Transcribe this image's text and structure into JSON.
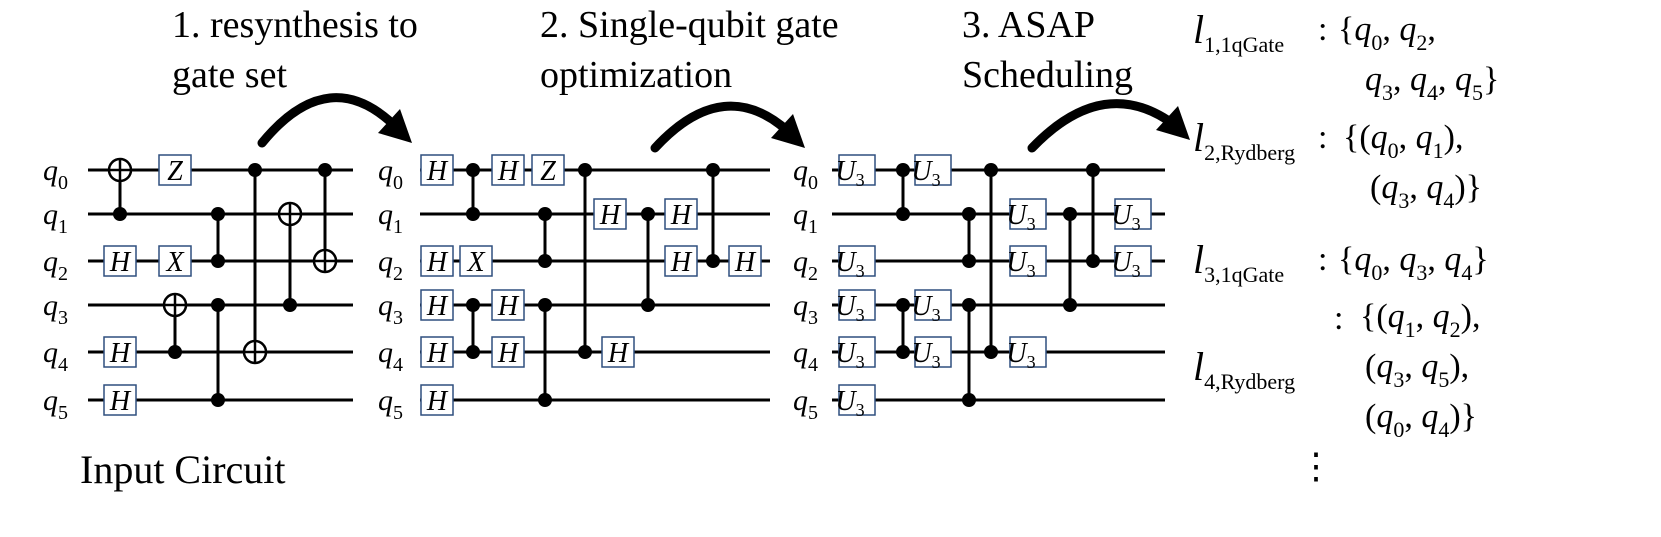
{
  "titles": {
    "step1_line1": "1. resynthesis to",
    "step1_line2": "gate set",
    "step2_line1": "2. Single-qubit gate",
    "step2_line2": "optimization",
    "step3_line1": "3. ASAP",
    "step3_line2": "Scheduling",
    "input": "Input Circuit"
  },
  "qubits": [
    "q0",
    "q1",
    "q2",
    "q3",
    "q4",
    "q5"
  ],
  "qubit_letter": "q",
  "qubit_indices": [
    "0",
    "1",
    "2",
    "3",
    "4",
    "5"
  ],
  "circuits": {
    "input": {
      "gates": [
        {
          "type": "cnot",
          "target": 0,
          "control": 1
        },
        {
          "type": "box",
          "label": "H",
          "qubit": 2
        },
        {
          "type": "box",
          "label": "H",
          "qubit": 4
        },
        {
          "type": "box",
          "label": "H",
          "qubit": 5
        },
        {
          "type": "box",
          "label": "Z",
          "qubit": 0
        },
        {
          "type": "box",
          "label": "X",
          "qubit": 2
        },
        {
          "type": "cnot",
          "target": 3,
          "control": 4
        },
        {
          "type": "cz",
          "qubits": [
            1,
            2
          ]
        },
        {
          "type": "cz",
          "qubits": [
            3,
            5
          ]
        },
        {
          "type": "cnot",
          "target": 4,
          "control": 0
        },
        {
          "type": "cnot",
          "target": 1,
          "control": 3
        },
        {
          "type": "cnot",
          "target": 2,
          "control": 0
        }
      ]
    },
    "resynth": {
      "gates": [
        {
          "type": "box",
          "label": "H",
          "qubit": 0
        },
        {
          "type": "box",
          "label": "H",
          "qubit": 2
        },
        {
          "type": "box",
          "label": "H",
          "qubit": 3
        },
        {
          "type": "box",
          "label": "H",
          "qubit": 4
        },
        {
          "type": "box",
          "label": "H",
          "qubit": 5
        },
        {
          "type": "cz",
          "qubits": [
            0,
            1
          ]
        },
        {
          "type": "cz",
          "qubits": [
            3,
            4
          ]
        },
        {
          "type": "box",
          "label": "H",
          "qubit": 0
        },
        {
          "type": "box",
          "label": "X",
          "qubit": 2
        },
        {
          "type": "box",
          "label": "H",
          "qubit": 3
        },
        {
          "type": "box",
          "label": "H",
          "qubit": 4
        },
        {
          "type": "box",
          "label": "Z",
          "qubit": 0
        },
        {
          "type": "cz",
          "qubits": [
            1,
            2
          ]
        },
        {
          "type": "cz",
          "qubits": [
            3,
            5
          ]
        },
        {
          "type": "cz",
          "qubits": [
            0,
            4
          ]
        },
        {
          "type": "box",
          "label": "H",
          "qubit": 1
        },
        {
          "type": "box",
          "label": "H",
          "qubit": 4
        },
        {
          "type": "cz",
          "qubits": [
            1,
            3
          ]
        },
        {
          "type": "box",
          "label": "H",
          "qubit": 1
        },
        {
          "type": "box",
          "label": "H",
          "qubit": 2
        },
        {
          "type": "cz",
          "qubits": [
            0,
            2
          ]
        },
        {
          "type": "box",
          "label": "H",
          "qubit": 2
        }
      ]
    },
    "optimized": {
      "gate_label": "U",
      "gate_sub": "3",
      "gates": [
        {
          "type": "u3",
          "qubit": 0
        },
        {
          "type": "u3",
          "qubit": 2
        },
        {
          "type": "u3",
          "qubit": 3
        },
        {
          "type": "u3",
          "qubit": 4
        },
        {
          "type": "u3",
          "qubit": 5
        },
        {
          "type": "cz",
          "qubits": [
            0,
            1
          ]
        },
        {
          "type": "cz",
          "qubits": [
            3,
            4
          ]
        },
        {
          "type": "u3",
          "qubit": 0
        },
        {
          "type": "u3",
          "qubit": 3
        },
        {
          "type": "u3",
          "qubit": 4
        },
        {
          "type": "cz",
          "qubits": [
            1,
            2
          ]
        },
        {
          "type": "cz",
          "qubits": [
            3,
            5
          ]
        },
        {
          "type": "cz",
          "qubits": [
            0,
            4
          ]
        },
        {
          "type": "u3",
          "qubit": 1
        },
        {
          "type": "u3",
          "qubit": 2
        },
        {
          "type": "u3",
          "qubit": 4
        },
        {
          "type": "cz",
          "qubits": [
            1,
            3
          ]
        },
        {
          "type": "cz",
          "qubits": [
            0,
            2
          ]
        },
        {
          "type": "u3",
          "qubit": 1
        },
        {
          "type": "u3",
          "qubit": 2
        }
      ]
    }
  },
  "layers": [
    {
      "symbol": "l",
      "sub_num": "1,",
      "sub_name": "1qGate",
      "colon": ":",
      "lines": [
        "{q0, q2,",
        "q3, q4, q5}"
      ]
    },
    {
      "symbol": "l",
      "sub_num": "2,",
      "sub_name": "Rydberg",
      "colon": ":",
      "lines": [
        "{(q0, q1),",
        "(q3, q4)}"
      ]
    },
    {
      "symbol": "l",
      "sub_num": "3,",
      "sub_name": "1qGate",
      "colon": ":",
      "lines": [
        "{q0, q3, q4}"
      ]
    },
    {
      "symbol": "l",
      "sub_num": "4,",
      "sub_name": "Rydberg",
      "colon": ":",
      "lines": [
        "{(q1, q2),",
        "(q3, q5),",
        "(q0, q4)}"
      ]
    }
  ],
  "continuation": "⋮",
  "colors": {
    "ink": "#000000",
    "gate_border": "#2f4f7f",
    "background": "#ffffff"
  }
}
